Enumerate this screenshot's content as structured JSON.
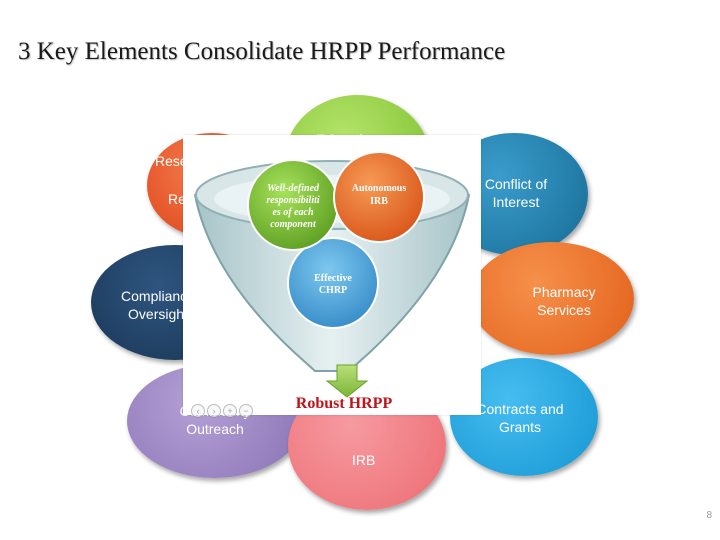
{
  "title": "3 Key Elements Consolidate HRPP  Performance",
  "petals": {
    "education": "Education",
    "research": "Research",
    "conflict": "Conflict of Interest",
    "pharmacy": "Pharmacy Services",
    "compliance": "Compliance Oversight",
    "community": "Community Outreach",
    "contracts": "Contracts and Grants",
    "irb": "IRB"
  },
  "funnel": {
    "circle_left": "Well-defined responsibilities of each component",
    "circle_right": "Autonomous IRB",
    "circle_bottom": "Effective CHRP",
    "output": "Robust HRPP"
  },
  "colors": {
    "education": "#8cc63f",
    "research": "#e84c1f",
    "conflict": "#1e7ea8",
    "pharmacy": "#ee6f1f",
    "compliance": "#1f3a5a",
    "community": "#9a83c0",
    "contracts": "#1ca6e0",
    "irb": "#f07a80",
    "output_text": "#c0141a"
  },
  "page_number": "8"
}
